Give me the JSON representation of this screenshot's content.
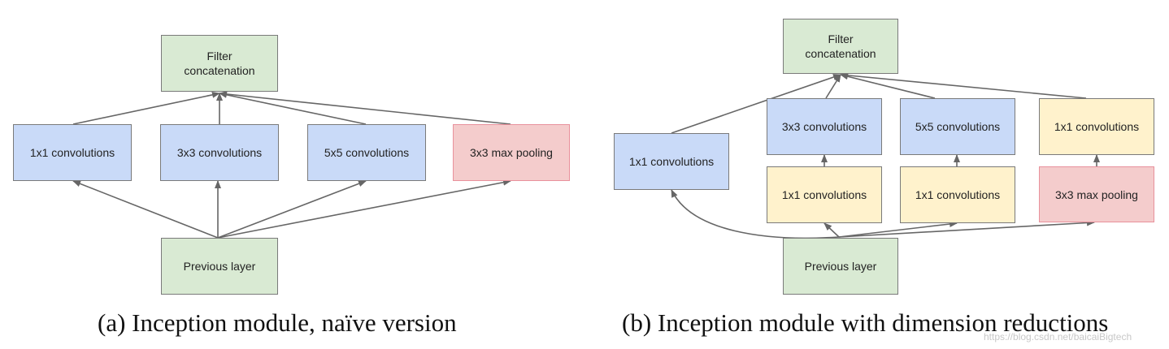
{
  "diagram_a": {
    "filter_concat": "Filter\nconcatenation",
    "conv1x1": "1x1 convolutions",
    "conv3x3": "3x3 convolutions",
    "conv5x5": "5x5 convolutions",
    "maxpool": "3x3 max pooling",
    "previous": "Previous layer",
    "caption": "(a)  Inception module, naïve version"
  },
  "diagram_b": {
    "filter_concat": "Filter\nconcatenation",
    "conv1x1_direct": "1x1 convolutions",
    "conv3x3": "3x3 convolutions",
    "conv5x5": "5x5 convolutions",
    "conv1x1_pool_proj": "1x1 convolutions",
    "reduce_1x1_a": "1x1 convolutions",
    "reduce_1x1_b": "1x1 convolutions",
    "maxpool": "3x3 max pooling",
    "previous": "Previous layer",
    "caption": "(b)  Inception module with dimension reductions"
  },
  "watermark": "https://blog.csdn.net/baicaiBigtech",
  "colors": {
    "concat_green": "#d9ead3",
    "conv_blue": "#c9daf8",
    "pool_red": "#f4cccc",
    "reduce_yellow": "#fff2cc",
    "arrow": "#666666"
  }
}
